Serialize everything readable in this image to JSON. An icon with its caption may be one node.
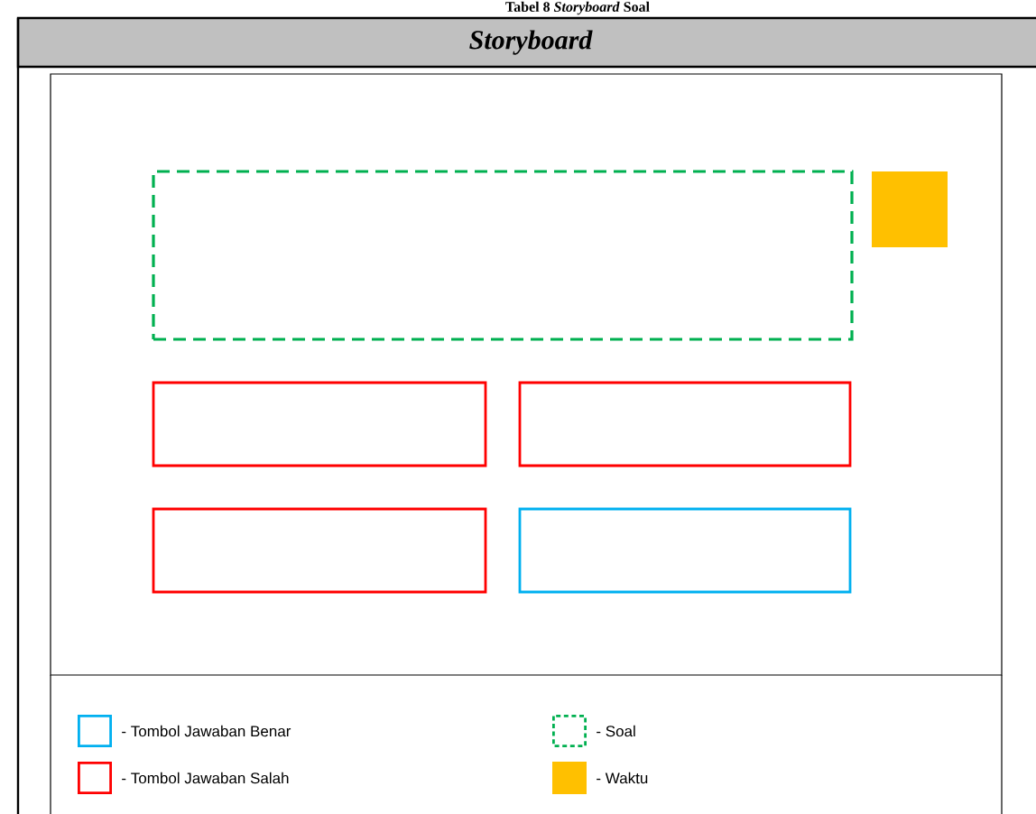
{
  "diagram": {
    "title": "Tabel 8 *Storyboard* Soal",
    "nodes": [
      {
        "text": [],
        "shape": "box"
      },
      {
        "text": [],
        "shape": "box",
        "in": 0
      },
      {
        "text": [],
        "shape": "box",
        "in": 0
      },
      {
        "text": [],
        "shape": "box",
        "in": 0
      },
      {
        "text": [],
        "shape": "box",
        "in": 0
      },
      {
        "text": [],
        "shape": "box",
        "in": 0
      },
      {
        "text": [],
        "shape": "box",
        "in": 0
      }
    ],
    "labels": [
      "Storyboard"
    ],
    "legend": [
      {
        "text": "- Tombol Jawaban Benar"
      },
      {
        "text": "- Soal"
      },
      {
        "text": "- Tombol Jawaban Salah"
      },
      {
        "text": "- Waktu",
        "color": "#ffc000"
      }
    ]
  }
}
